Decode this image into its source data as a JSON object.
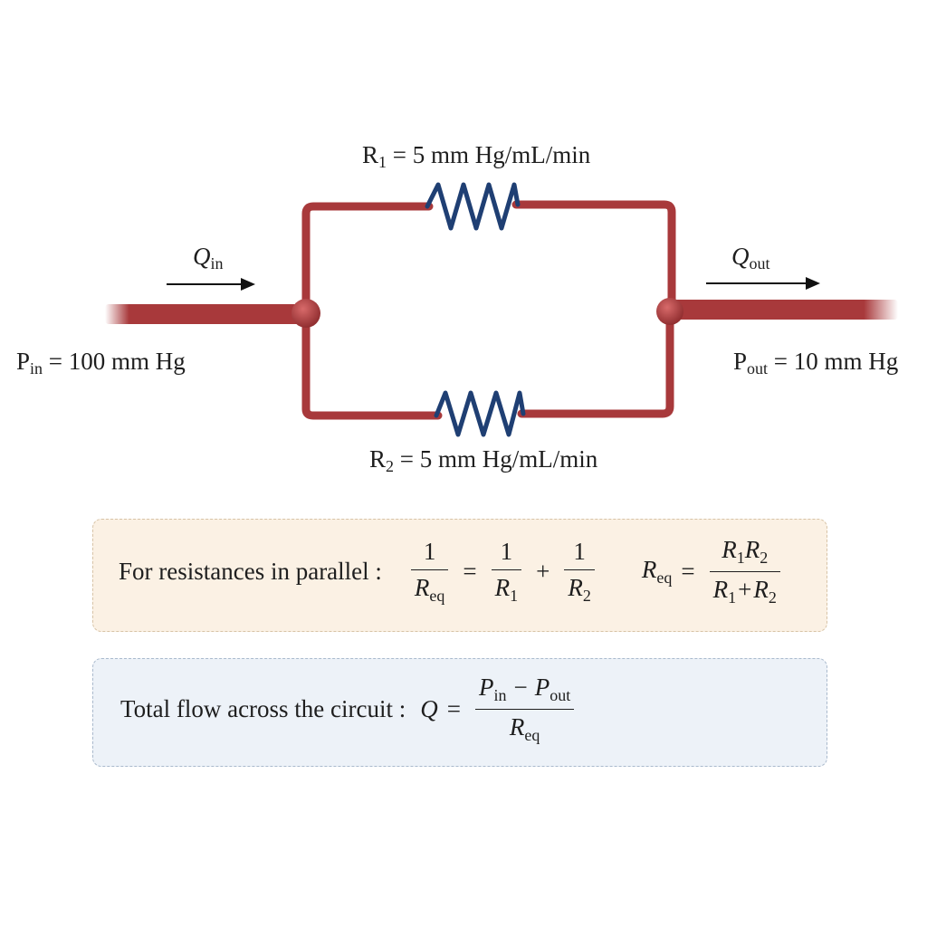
{
  "circuit": {
    "r1": {
      "sym": "R",
      "sub": "1",
      "rest": " = 5 mm Hg/mL/min"
    },
    "r2": {
      "sym": "R",
      "sub": "2",
      "rest": " = 5 mm Hg/mL/min"
    },
    "pin": {
      "sym": "P",
      "sub": "in",
      "rest": " = 100 mm Hg"
    },
    "pout": {
      "sym": "P",
      "sub": "out",
      "rest": " = 10 mm Hg"
    },
    "qin": {
      "sym": "Q",
      "sub": "in"
    },
    "qout": {
      "sym": "Q",
      "sub": "out"
    },
    "colors": {
      "vessel": "#a8393b",
      "resistor": "#1f3f73"
    }
  },
  "parallel_box": {
    "label": "For resistances in parallel :",
    "one": "1",
    "r": "R",
    "eq": "eq",
    "sub1": "1",
    "sub2": "2",
    "equals": "=",
    "plus": "+",
    "plus_den": "+"
  },
  "flow_box": {
    "label": "Total flow across the circuit :",
    "q": "Q",
    "equals": "=",
    "p": "P",
    "in": "in",
    "out": "out",
    "minus": "−",
    "r": "R",
    "eq": "eq"
  }
}
